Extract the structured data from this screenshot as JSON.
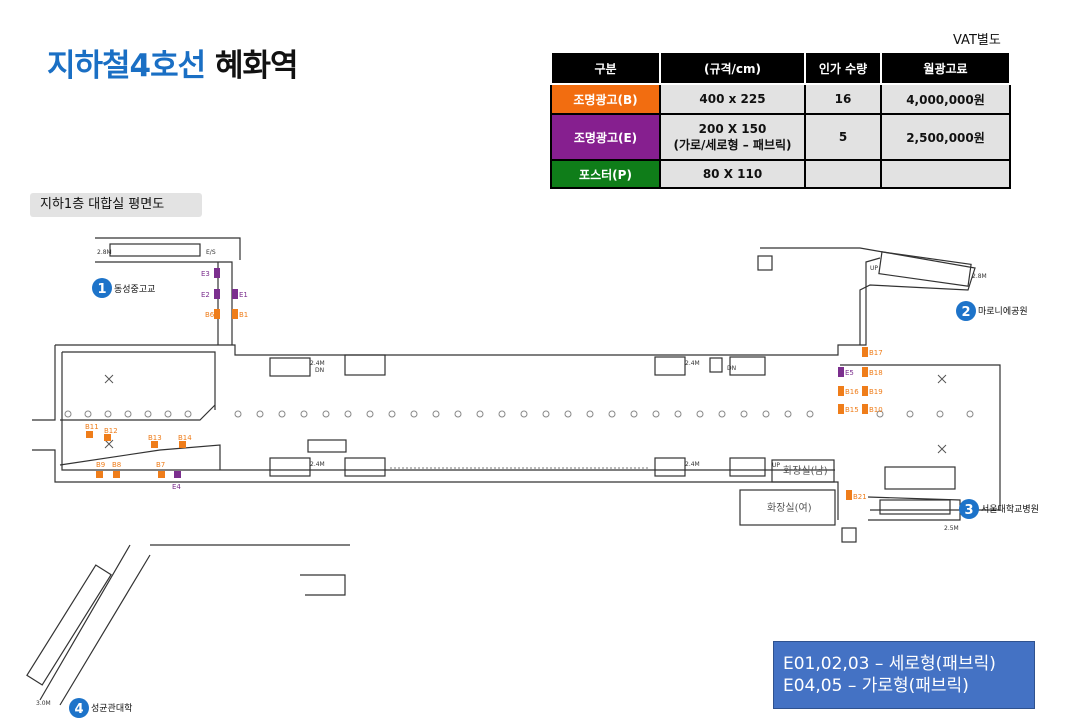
{
  "title": {
    "line": "지하철4호선",
    "station": "혜화역"
  },
  "vat_note": "VAT별도",
  "price_table": {
    "headers": [
      "구분",
      "(규격/cm)",
      "인가 수량",
      "월광고료"
    ],
    "rows": [
      {
        "category": "조명광고(B)",
        "size": "400 x 225",
        "size2": "",
        "qty": "16",
        "price": "4,000,000원"
      },
      {
        "category": "조명광고(E)",
        "size": "200 X 150",
        "size2": "(가로/세로형 – 패브릭)",
        "qty": "5",
        "price": "2,500,000원"
      },
      {
        "category": "포스터(P)",
        "size": "80 X 110",
        "size2": "",
        "qty": "",
        "price": ""
      }
    ]
  },
  "floor_label": "지하1층 대합실 평면도",
  "exits": [
    {
      "number": "1",
      "name": "동성중고교"
    },
    {
      "number": "2",
      "name": "마로니에공원"
    },
    {
      "number": "3",
      "name": "서울대학교병원"
    },
    {
      "number": "4",
      "name": "성균관대학"
    }
  ],
  "rooms": {
    "restroom_m": "화장실(남)",
    "restroom_f": "화장실(여)"
  },
  "ad_labels": {
    "e": [
      "E3",
      "E2",
      "E1",
      "E5",
      "E4"
    ],
    "b": [
      "B6",
      "B1",
      "B17",
      "B18",
      "B16",
      "B19",
      "B15",
      "B10",
      "B11",
      "B12",
      "B13",
      "B14",
      "B9",
      "B8",
      "B7",
      "B21"
    ]
  },
  "plan_marks": {
    "es": "E/S",
    "up": "UP",
    "dn": "DN",
    "width_24": "2.4M",
    "width_28": "2.8M",
    "width_30": "3.0M",
    "width_25": "2.5M"
  },
  "legend": {
    "line1": "E01,02,03 – 세로형(패브릭)",
    "line2": "E04,05 – 가로형(패브릭)"
  },
  "colors": {
    "b_ad": "#ef7d1a",
    "e_ad": "#7b2f8e",
    "title_blue": "#1a6fc4",
    "exit_circle": "#1d73c9",
    "legend_bg": "#4472c4"
  }
}
